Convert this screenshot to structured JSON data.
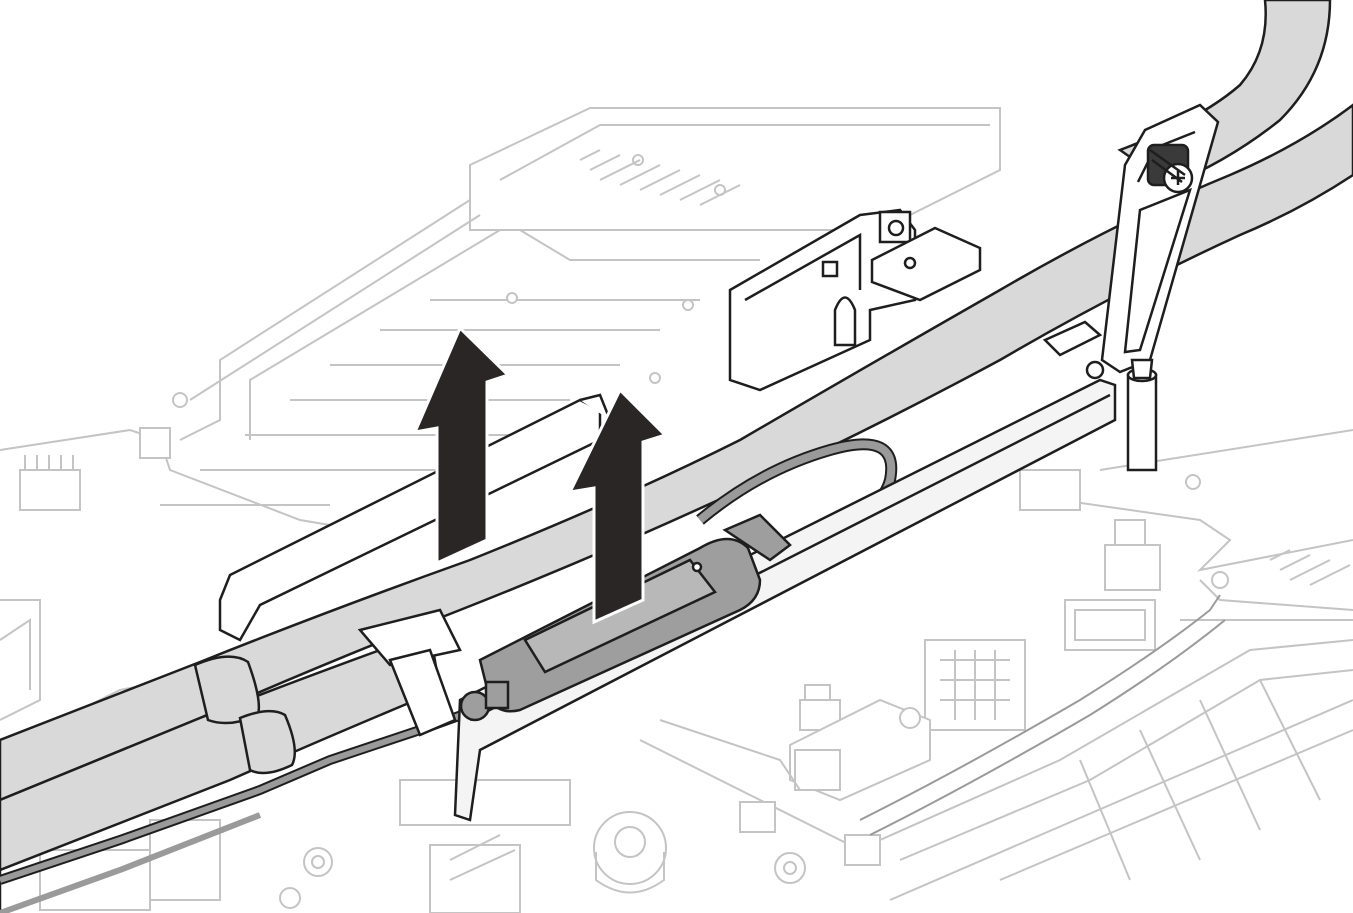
{
  "figure": {
    "description_free": true,
    "colors": {
      "background": "#ffffff",
      "faint_line": "#c4c4c4",
      "outline": "#1e1e1e",
      "hose_fill": "#d9d9d9",
      "arrow_fill": "#2a2626"
    },
    "arrows": [
      {
        "name": "lift-arrow-left",
        "direction": "up"
      },
      {
        "name": "lift-arrow-right",
        "direction": "up"
      }
    ],
    "icons": [
      "up-arrow-icon",
      "thumbscrew-icon",
      "latch-icon"
    ]
  }
}
